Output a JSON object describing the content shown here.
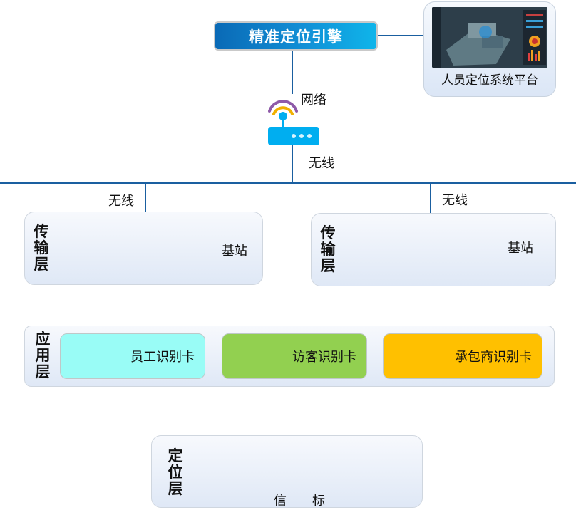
{
  "engine": {
    "label": "精准定位引擎"
  },
  "platform": {
    "label": "人员定位系统平台"
  },
  "network": {
    "label": "网络"
  },
  "links": {
    "wireless_center": "无线",
    "wireless_left": "无线",
    "wireless_right": "无线"
  },
  "transport_left": {
    "title": "传\n输\n层",
    "node": "基站"
  },
  "transport_right": {
    "title": "传\n输\n层",
    "node": "基站"
  },
  "application": {
    "title": "应\n用\n层",
    "cards": [
      {
        "label": "员工识别卡",
        "color": "#99fcf6"
      },
      {
        "label": "访客识别卡",
        "color": "#92d050"
      },
      {
        "label": "承包商识别卡",
        "color": "#ffc000"
      }
    ]
  },
  "positioning": {
    "title": "定\n位\n层",
    "node": "信　　标"
  },
  "colors": {
    "line": "#1a5fa0",
    "router": "#00aef0",
    "wifi_outer": "#8e5aa8",
    "wifi_inner": "#f0b000"
  }
}
